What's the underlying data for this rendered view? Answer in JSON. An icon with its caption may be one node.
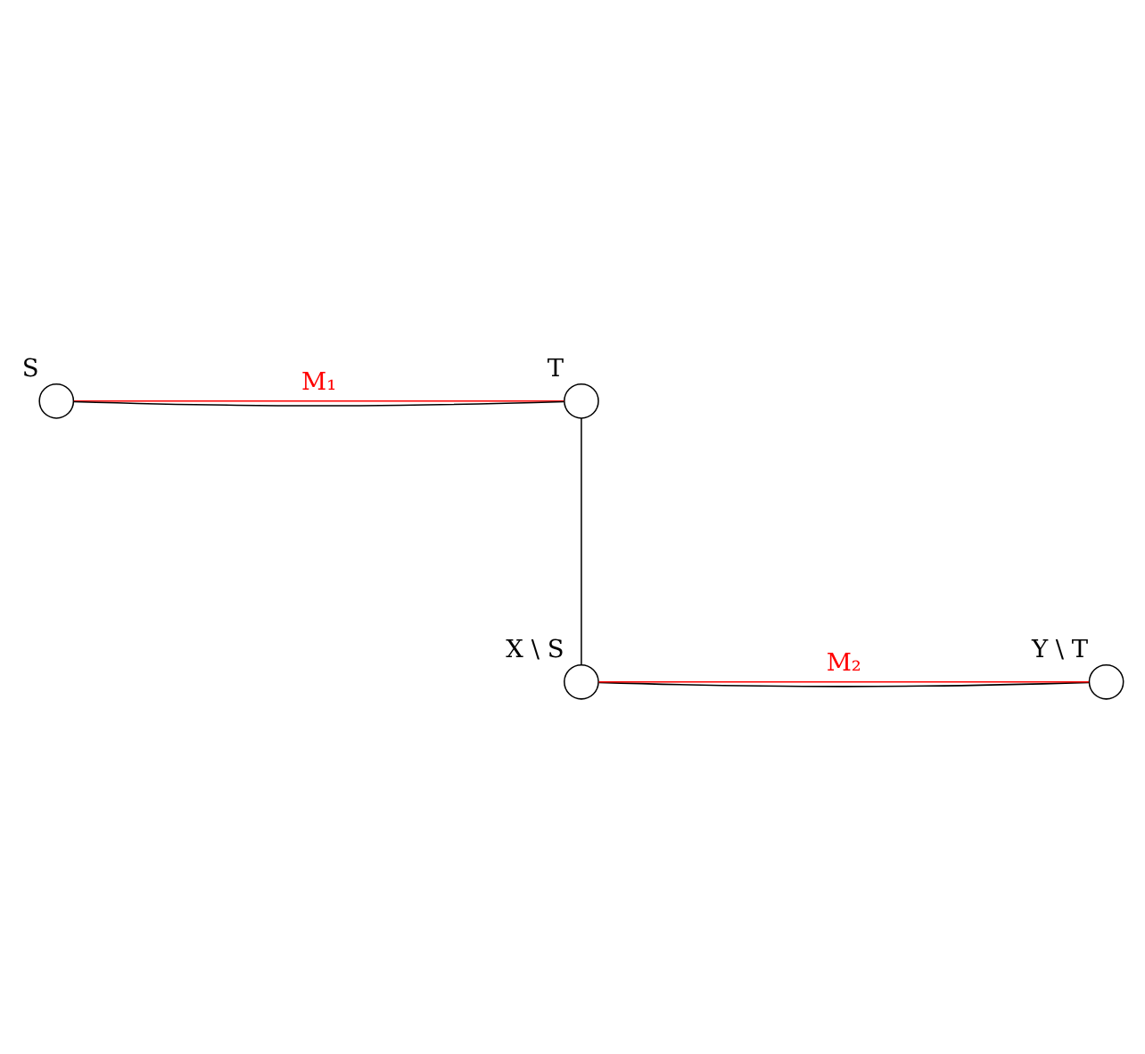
{
  "diagram": {
    "nodes": [
      {
        "text": [],
        "shape": "circle",
        "beside": [
          "S"
        ]
      },
      {
        "text": [],
        "shape": "circle",
        "beside": [
          "T"
        ]
      },
      {
        "text": [],
        "shape": "circle",
        "beside": [
          "X \\ S"
        ]
      },
      {
        "text": [],
        "shape": "circle",
        "beside": [
          "Y \\ T"
        ]
      }
    ],
    "edges": [
      {
        "from": 0,
        "to": 1,
        "arrow": "none",
        "label": "M₁",
        "color": "#ff0000"
      },
      {
        "from": 0,
        "to": 1,
        "arrow": "none"
      },
      {
        "from": 1,
        "to": 2,
        "arrow": "none"
      },
      {
        "from": 2,
        "to": 3,
        "arrow": "none"
      },
      {
        "from": 2,
        "to": 3,
        "arrow": "none",
        "label": "M₂",
        "color": "#ff0000"
      }
    ]
  }
}
